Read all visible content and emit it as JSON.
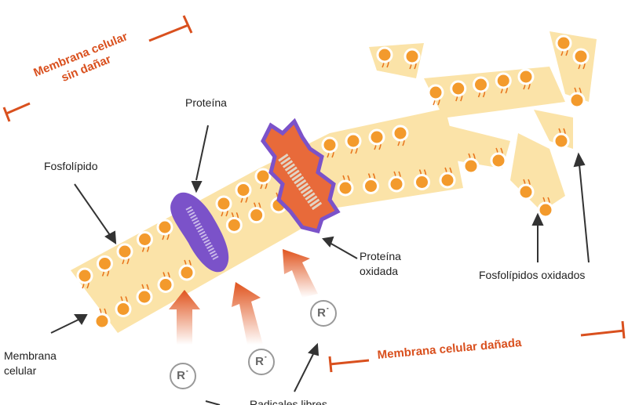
{
  "labels": {
    "undamaged_line1": "Membrana celular",
    "undamaged_line2": "sin dañar",
    "protein": "Proteína",
    "phospholipid": "Fosfolípido",
    "oxidized_protein_line1": "Proteína",
    "oxidized_protein_line2": "oxidada",
    "oxidized_phospholipids": "Fosfolípidos oxidados",
    "membrane_line1": "Membrana",
    "membrane_line2": "celular",
    "damaged": "Membrana celular dañada",
    "free_radicals": "Radicales libres",
    "radical_symbol": "R˙"
  },
  "colors": {
    "accent": "#d9501e",
    "membrane": "#fbe3a8",
    "head": "#f39a2c",
    "protein": "#7b52c9"
  }
}
